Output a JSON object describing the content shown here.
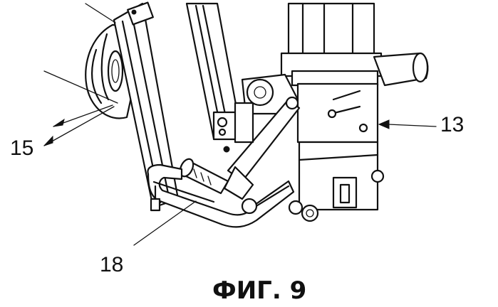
{
  "figure": {
    "caption": "ФИГ. 9",
    "labels": {
      "label_13": "13",
      "label_15": "15",
      "label_18": "18"
    }
  }
}
